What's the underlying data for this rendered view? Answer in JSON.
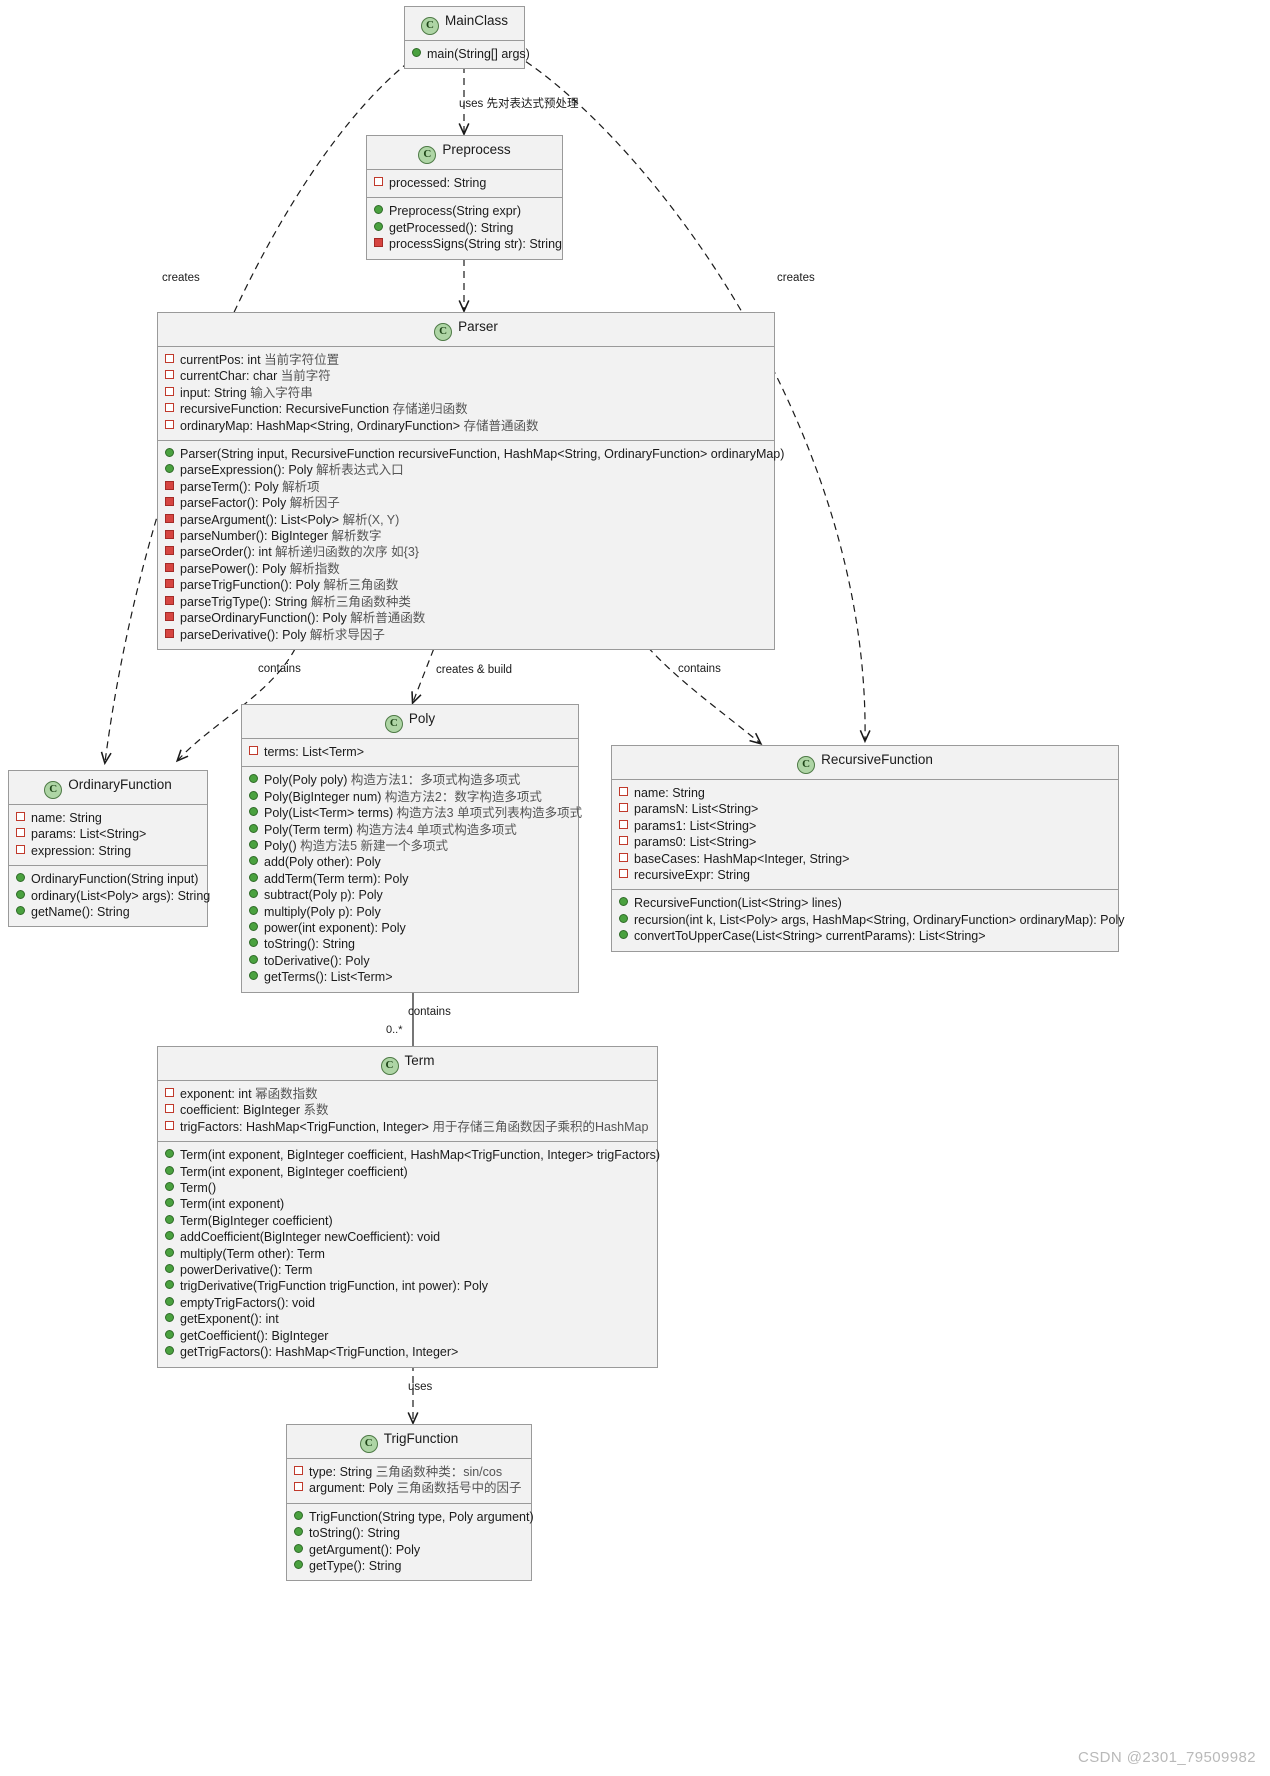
{
  "diagram": {
    "type": "uml-class-diagram",
    "watermark": "CSDN @2301_79509982"
  },
  "classes": {
    "mainclass": {
      "name": "MainClass",
      "icon": "C",
      "attributes": [],
      "methods": [
        {
          "vis": "public",
          "text": "main(String[] args)"
        }
      ]
    },
    "preprocess": {
      "name": "Preprocess",
      "icon": "C",
      "attributes": [
        {
          "vis": "private",
          "text": "processed: String"
        }
      ],
      "methods": [
        {
          "vis": "public",
          "text": "Preprocess(String expr)"
        },
        {
          "vis": "public",
          "text": "getProcessed(): String"
        },
        {
          "vis": "private",
          "text": "processSigns(String str): String"
        }
      ]
    },
    "parser": {
      "name": "Parser",
      "icon": "C",
      "attributes": [
        {
          "vis": "private",
          "text": "currentPos: int ",
          "note": "当前字符位置"
        },
        {
          "vis": "private",
          "text": "currentChar: char ",
          "note": "当前字符"
        },
        {
          "vis": "private",
          "text": "input: String ",
          "note": "输入字符串"
        },
        {
          "vis": "private",
          "text": "recursiveFunction: RecursiveFunction ",
          "note": "存储递归函数"
        },
        {
          "vis": "private",
          "text": "ordinaryMap: HashMap<String, OrdinaryFunction> ",
          "note": "存储普通函数"
        }
      ],
      "methods": [
        {
          "vis": "public",
          "text": "Parser(String input, RecursiveFunction recursiveFunction, HashMap<String, OrdinaryFunction> ordinaryMap)",
          "note": ""
        },
        {
          "vis": "public",
          "text": "parseExpression(): Poly  ",
          "note": "解析表达式入口"
        },
        {
          "vis": "private",
          "text": "parseTerm(): Poly  ",
          "note": "解析项"
        },
        {
          "vis": "private",
          "text": "parseFactor(): Poly ",
          "note": "解析因子"
        },
        {
          "vis": "private",
          "text": "parseArgument(): List<Poly> ",
          "note": "解析(X, Y)"
        },
        {
          "vis": "private",
          "text": "parseNumber(): BigInteger ",
          "note": "解析数字"
        },
        {
          "vis": "private",
          "text": "parseOrder(): int ",
          "note": "解析递归函数的次序 如{3}"
        },
        {
          "vis": "private",
          "text": "parsePower(): Poly ",
          "note": "解析指数"
        },
        {
          "vis": "private",
          "text": "parseTrigFunction(): Poly ",
          "note": "解析三角函数"
        },
        {
          "vis": "private",
          "text": "parseTrigType(): String ",
          "note": "解析三角函数种类"
        },
        {
          "vis": "private",
          "text": "parseOrdinaryFunction(): Poly  ",
          "note": "解析普通函数"
        },
        {
          "vis": "private",
          "text": "parseDerivative(): Poly ",
          "note": "解析求导因子"
        }
      ]
    },
    "ordinaryfunction": {
      "name": "OrdinaryFunction",
      "icon": "C",
      "attributes": [
        {
          "vis": "private",
          "text": "name: String"
        },
        {
          "vis": "private",
          "text": "params: List<String>"
        },
        {
          "vis": "private",
          "text": "expression: String"
        }
      ],
      "methods": [
        {
          "vis": "public",
          "text": "OrdinaryFunction(String input)"
        },
        {
          "vis": "public",
          "text": "ordinary(List<Poly> args): String"
        },
        {
          "vis": "public",
          "text": "getName(): String"
        }
      ]
    },
    "poly": {
      "name": "Poly",
      "icon": "C",
      "attributes": [
        {
          "vis": "private",
          "text": "terms: List<Term>"
        }
      ],
      "methods": [
        {
          "vis": "public",
          "text": "Poly(Poly poly) ",
          "note": "构造方法1：多项式构造多项式"
        },
        {
          "vis": "public",
          "text": "Poly(BigInteger num) ",
          "note": "构造方法2：数字构造多项式"
        },
        {
          "vis": "public",
          "text": "Poly(List<Term> terms) ",
          "note": "构造方法3 单项式列表构造多项式"
        },
        {
          "vis": "public",
          "text": "Poly(Term term) ",
          "note": "构造方法4 单项式构造多项式"
        },
        {
          "vis": "public",
          "text": "Poly() ",
          "note": "构造方法5 新建一个多项式"
        },
        {
          "vis": "public",
          "text": "add(Poly other): Poly"
        },
        {
          "vis": "public",
          "text": "addTerm(Term term): Poly"
        },
        {
          "vis": "public",
          "text": "subtract(Poly p): Poly"
        },
        {
          "vis": "public",
          "text": "multiply(Poly p): Poly"
        },
        {
          "vis": "public",
          "text": "power(int exponent): Poly"
        },
        {
          "vis": "public",
          "text": "toString(): String"
        },
        {
          "vis": "public",
          "text": "toDerivative(): Poly"
        },
        {
          "vis": "public",
          "text": "getTerms(): List<Term>"
        }
      ]
    },
    "recursivefunction": {
      "name": "RecursiveFunction",
      "icon": "C",
      "attributes": [
        {
          "vis": "private",
          "text": "name: String"
        },
        {
          "vis": "private",
          "text": "paramsN: List<String>"
        },
        {
          "vis": "private",
          "text": "params1: List<String>"
        },
        {
          "vis": "private",
          "text": "params0: List<String>"
        },
        {
          "vis": "private",
          "text": "baseCases: HashMap<Integer, String>"
        },
        {
          "vis": "private",
          "text": "recursiveExpr: String"
        }
      ],
      "methods": [
        {
          "vis": "public",
          "text": "RecursiveFunction(List<String> lines)"
        },
        {
          "vis": "public",
          "text": "recursion(int k, List<Poly> args, HashMap<String, OrdinaryFunction> ordinaryMap): Poly"
        },
        {
          "vis": "public",
          "text": "convertToUpperCase(List<String> currentParams): List<String>"
        }
      ]
    },
    "term": {
      "name": "Term",
      "icon": "C",
      "attributes": [
        {
          "vis": "private",
          "text": "exponent: int ",
          "note": "幂函数指数"
        },
        {
          "vis": "private",
          "text": "coefficient: BigInteger ",
          "note": "系数"
        },
        {
          "vis": "private",
          "text": "trigFactors: HashMap<TrigFunction, Integer> ",
          "note": "用于存储三角函数因子乘积的HashMap"
        }
      ],
      "methods": [
        {
          "vis": "public",
          "text": "Term(int exponent, BigInteger coefficient, HashMap<TrigFunction, Integer> trigFactors)"
        },
        {
          "vis": "public",
          "text": "Term(int exponent, BigInteger coefficient)"
        },
        {
          "vis": "public",
          "text": "Term()"
        },
        {
          "vis": "public",
          "text": "Term(int exponent)"
        },
        {
          "vis": "public",
          "text": "Term(BigInteger coefficient)"
        },
        {
          "vis": "public",
          "text": "addCoefficient(BigInteger newCoefficient): void"
        },
        {
          "vis": "public",
          "text": "multiply(Term other): Term"
        },
        {
          "vis": "public",
          "text": "powerDerivative(): Term"
        },
        {
          "vis": "public",
          "text": "trigDerivative(TrigFunction trigFunction, int power): Poly"
        },
        {
          "vis": "public",
          "text": "emptyTrigFactors(): void"
        },
        {
          "vis": "public",
          "text": "getExponent(): int"
        },
        {
          "vis": "public",
          "text": "getCoefficient(): BigInteger"
        },
        {
          "vis": "public",
          "text": "getTrigFactors(): HashMap<TrigFunction, Integer>"
        }
      ]
    },
    "trigfunction": {
      "name": "TrigFunction",
      "icon": "C",
      "attributes": [
        {
          "vis": "private",
          "text": "type: String ",
          "note": "三角函数种类：sin/cos"
        },
        {
          "vis": "private",
          "text": "argument: Poly ",
          "note": "三角函数括号中的因子"
        }
      ],
      "methods": [
        {
          "vis": "public",
          "text": "TrigFunction(String type, Poly argument)"
        },
        {
          "vis": "public",
          "text": "toString(): String"
        },
        {
          "vis": "public",
          "text": "getArgument(): Poly"
        },
        {
          "vis": "public",
          "text": "getType(): String"
        }
      ]
    }
  },
  "edges": {
    "uses_preprocess": "uses 先对表达式预处理",
    "creates_left": "creates",
    "creates_right": "creates",
    "contains_ordinary": "contains",
    "creates_build_poly": "creates & build",
    "contains_recursive": "contains",
    "contains_term": "contains",
    "contains_term_mult": "0..*",
    "uses_trig": "uses"
  }
}
